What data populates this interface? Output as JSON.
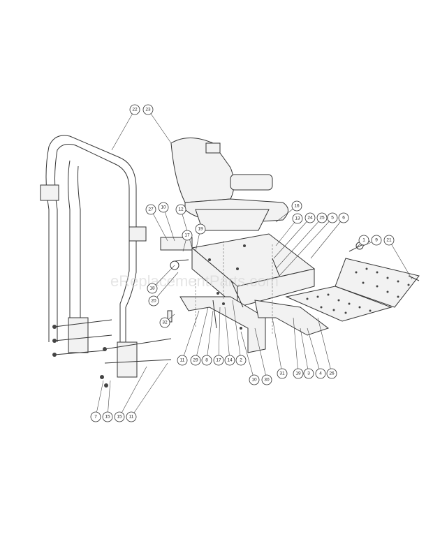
{
  "watermark": "eReplacementParts.com",
  "callouts": [
    "22",
    "23",
    "27",
    "10",
    "12",
    "16",
    "13",
    "24",
    "25",
    "5",
    "6",
    "1",
    "9",
    "21",
    "17",
    "19",
    "18",
    "20",
    "32",
    "11",
    "29",
    "8",
    "17",
    "14",
    "2",
    "10",
    "30",
    "31",
    "19",
    "3",
    "4",
    "26",
    "7",
    "15",
    "15",
    "11"
  ]
}
